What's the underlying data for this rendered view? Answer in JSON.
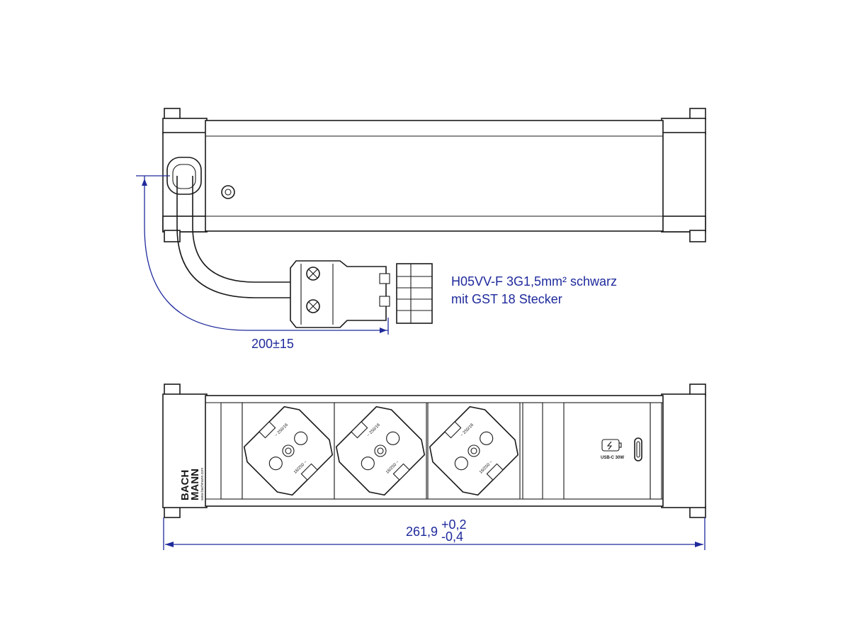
{
  "cable_note": {
    "line1": "H05VV-F 3G1,5mm² schwarz",
    "line2": "mit GST 18 Stecker"
  },
  "dimensions": {
    "cable_length": "200±15",
    "total_length_value": "261,9",
    "total_length_tol_upper": "+0,2",
    "total_length_tol_lower": "-0,4"
  },
  "front_view": {
    "brand_line1": "BACH",
    "brand_line2": "MANN",
    "brand_url": "www.bachmann.com",
    "usb_label": "USB-C 30W",
    "socket_rating": "16/250 ~",
    "socket_rating_alt": "~ 250/16"
  },
  "colors": {
    "dimension": "#1f2a9c",
    "outline": "#1a1a1a"
  },
  "icons": [
    "usb-charging-icon",
    "usb-c-port-icon",
    "schuko-socket-icon"
  ]
}
